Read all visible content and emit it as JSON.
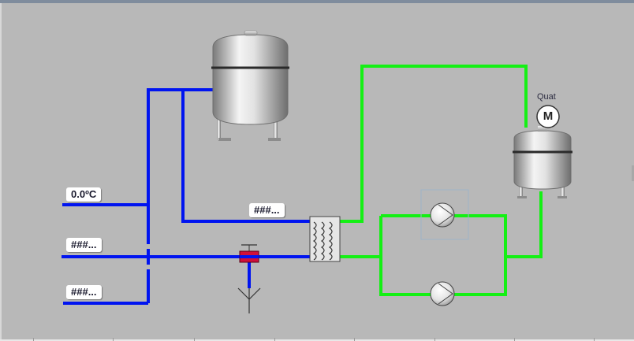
{
  "labels": {
    "temp_left": "0.0ºC",
    "value_mid": "###...",
    "value_bottom": "###...",
    "value_hx": "###..."
  },
  "mixer": {
    "tag": "Quat",
    "motor_letter": "M"
  },
  "colors": {
    "background": "#b8b8b8",
    "pipe_cold": "#0014f0",
    "pipe_hot": "#14f014",
    "valve": "#d0103a",
    "header": "#7f8c9d"
  },
  "icons": [
    "storage-tank-icon",
    "mixer-tank-icon",
    "motor-icon",
    "heat-exchanger-icon",
    "pump-icon",
    "valve-icon",
    "drain-icon"
  ]
}
